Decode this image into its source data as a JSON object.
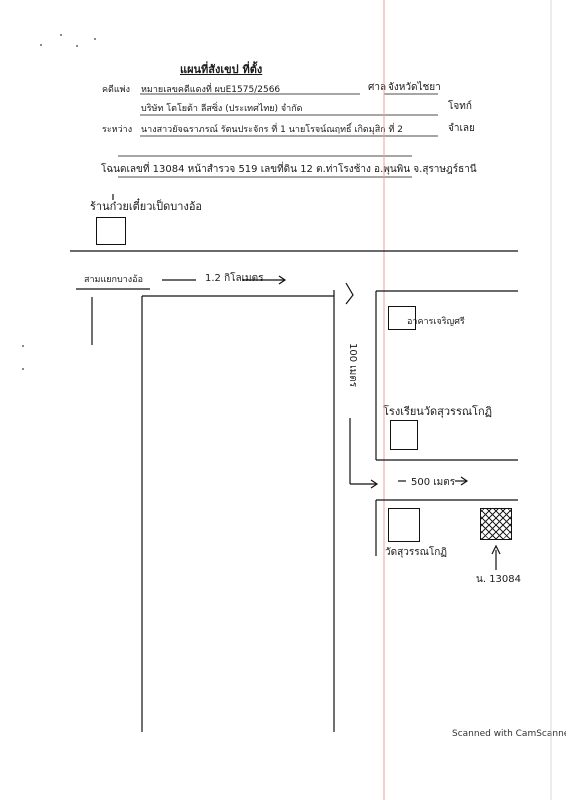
{
  "document": {
    "title": "แผนที่สังเขป ที่ตั้ง",
    "case_label": "คดีแพ่ง",
    "case_number": "หมายเลขคดีแดงที่ ผบE1575/2566",
    "court_label": "ศาล",
    "court_name": "จังหวัดไชยา",
    "plaintiff_name": "บริษัท โตโยต้า ลีสซิ่ง (ประเทศไทย) จำกัด",
    "plaintiff_label": "โจทก์",
    "between_label": "ระหว่าง",
    "defendants": "นางสาวยัจฉราภรณ์ รัตนประจักร ที่ 1 นายโรจน์ณฤทธิ์ เกิดมุสิก ที่ 2",
    "defendant_label": "จำเลย",
    "land_deed": "โฉนดเลขที่ 13084 หน้าสำรวจ 519 เลขที่ดิน 12 ต.ท่าโรงช้าง อ.พุนพิน จ.สุราษฎร์ธานี"
  },
  "map": {
    "shop_label": "ร้านก๋วยเตี๋ยวเป็ดบางอ้อ",
    "junction_label": "สามแยกบางอ้อ",
    "distance_1": "1.2 กิโลเมตร",
    "distance_2": "100 เมตร",
    "distance_3": "500 เมตร",
    "building_label": "อาคารเจริญศรี",
    "school_label": "โรงเรียนวัดสุวรรณโกฏิ",
    "temple_label": "วัดสุวรรณโกฏิ",
    "parcel_label": "น. 13084"
  },
  "footer": {
    "scanner_text": "Scanned with CamScanner"
  }
}
